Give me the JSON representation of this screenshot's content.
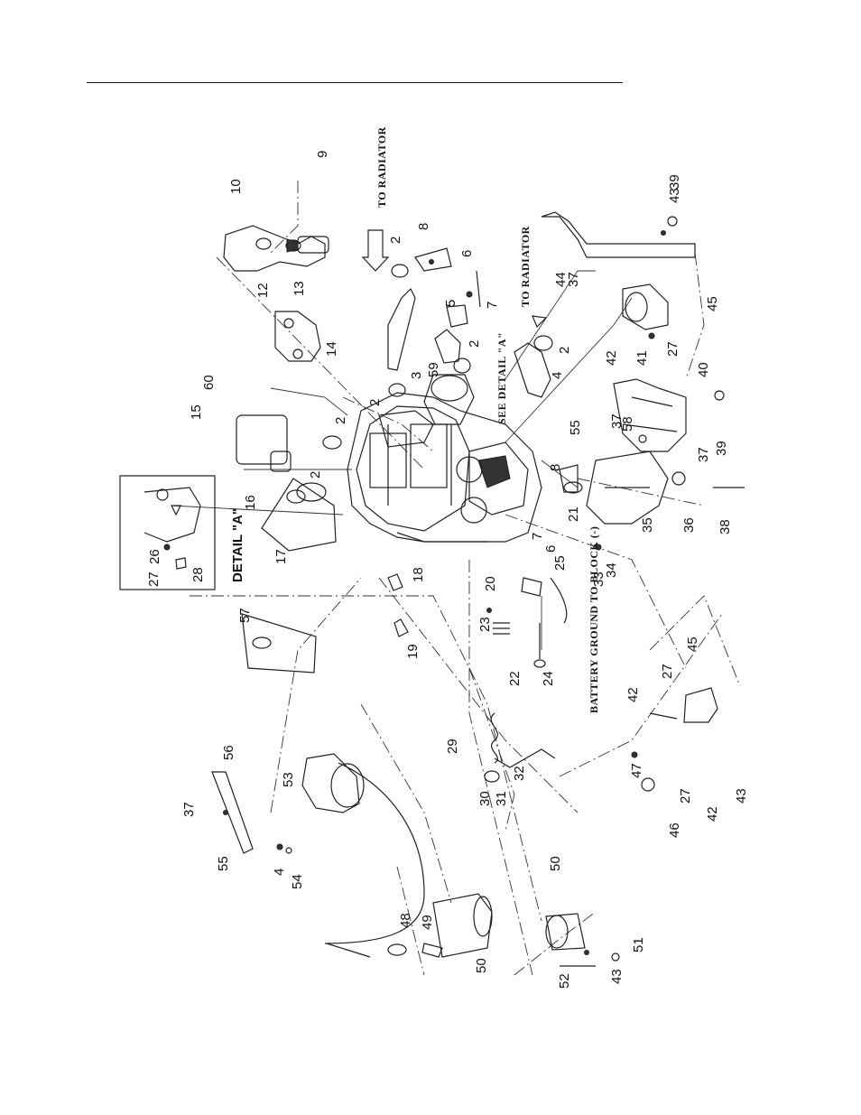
{
  "captions": {
    "to_radiator_top": "TO RADIATOR",
    "to_radiator_mid": "TO RADIATOR",
    "see_detail": "SEE DETAIL \"A\"",
    "detail_a": "DETAIL \"A\"",
    "battery_ground": "BATTERY GROUND TO BLOCK (-)"
  },
  "labels": {
    "l1": "9",
    "l2": "10",
    "l3": "12",
    "l4": "13",
    "l5": "14",
    "l6": "15",
    "l7": "60",
    "l8": "2",
    "l9": "2",
    "l10": "2",
    "l11": "3",
    "l12": "59",
    "l13": "8",
    "l14": "6",
    "l15": "7",
    "l16": "5",
    "l17": "2",
    "l18": "4",
    "l19": "2",
    "l20": "44",
    "l21": "37",
    "l22": "43",
    "l23": "39",
    "l24": "45",
    "l25": "42",
    "l26": "41",
    "l27": "27",
    "l28": "40",
    "l29": "39",
    "l30": "55",
    "l31": "37",
    "l32": "58",
    "l33": "8",
    "l34": "21",
    "l35": "35",
    "l36": "36",
    "l37": "37",
    "l38": "38",
    "l39": "16",
    "l40": "2",
    "l41": "17",
    "l42": "18",
    "l43": "26",
    "l44": "27",
    "l45": "28",
    "l46": "7",
    "l47": "6",
    "l48": "25",
    "l49": "33",
    "l50": "34",
    "l51": "20",
    "l52": "23",
    "l53": "22",
    "l54": "24",
    "l55": "19",
    "l56": "57",
    "l57": "45",
    "l58": "27",
    "l59": "42",
    "l60": "29",
    "l61": "30",
    "l62": "31",
    "l63": "32",
    "l64": "47",
    "l65": "46",
    "l66": "27",
    "l67": "42",
    "l68": "43",
    "l69": "56",
    "l70": "53",
    "l71": "37",
    "l72": "55",
    "l73": "4",
    "l74": "54",
    "l75": "48",
    "l76": "49",
    "l77": "50",
    "l78": "50",
    "l79": "52",
    "l80": "43",
    "l81": "51"
  }
}
